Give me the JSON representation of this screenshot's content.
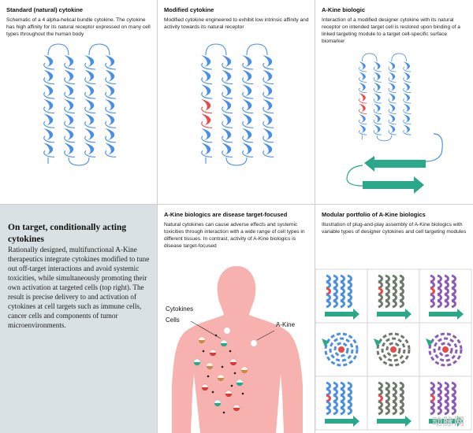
{
  "panels": {
    "standard": {
      "title": "Standard (natural) cytokine",
      "desc": "Schematic of a 4 alpha-helical bundle cytokine. The cytokine has high affinity for its natural receptor expressed on many cell types throughout the human body"
    },
    "modified": {
      "title": "Modified cytokine",
      "desc": "Modified cytokine engineered to exhibit low intrinsic affinity and activity towards its natural receptor"
    },
    "akine": {
      "title": "A-Kine biologic",
      "desc": "Interaction of a modified designer cytokine with its natural receptor on intended target cell is restored upon binding of a linked targeting module to a target cell-specific surface biomarker"
    },
    "ontarget": {
      "title": "On target, conditionally acting cytokines",
      "body": "Rationally designed, multifunctional A-Kine therapeutics integrate cytokines modified to tune out off-target interactions and avoid systemic toxicities, while simultaneously promoting their own activation at targeted cells (top right). The result is precise delivery to and activation of cytokines at cell  targets such as immune cells, cancer cells and components of tumor microenvironments."
    },
    "disease": {
      "title": "A-Kine biologics are disease target-focused",
      "desc": "Natural cytokines can cause adverse effects and systemic toxicities through interaction with a wide range of cell types in different tissues. In contrast, activity of A-Kine biologics is disease target-focused",
      "label_cytokines": "Cytokines",
      "label_cells": "Cells",
      "label_akine": "A-Kine"
    },
    "modular": {
      "title": "Modular portfolio of A-Kine biologics",
      "desc": "Illustration of plug-and-play assembly of A-Kine biologics with variable types of designer cytokines and cell targeting modules"
    }
  },
  "watermark": "动脉网",
  "colors": {
    "helix_blue": "#4a8fe6",
    "helix_red": "#e84a4a",
    "target_green": "#2aa88a",
    "body_pink": "#f7b1ae",
    "panel_gray": "#d9e1e4",
    "module_gray": "#6d7a6a",
    "module_purple": "#8c5bb5"
  }
}
